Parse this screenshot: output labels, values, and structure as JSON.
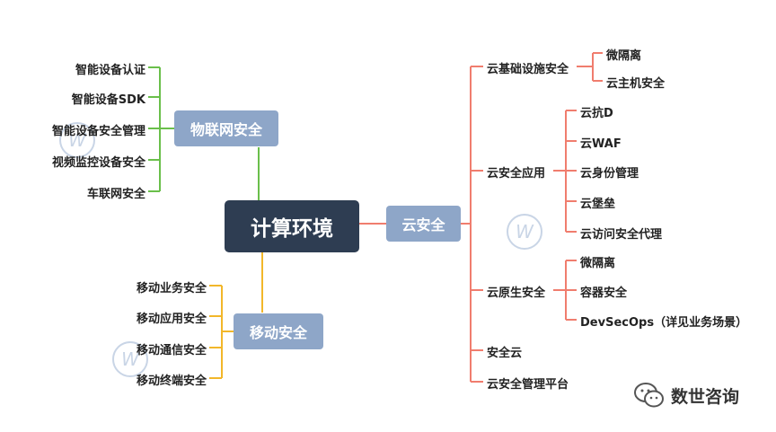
{
  "root": {
    "label": "计算环境"
  },
  "iot": {
    "label": "物联网安全",
    "color": "#6abf4b",
    "items": [
      "智能设备认证",
      "智能设备SDK",
      "智能设备安全管理",
      "视频监控设备安全",
      "车联网安全"
    ]
  },
  "mobile": {
    "label": "移动安全",
    "color": "#f2b72a",
    "items": [
      "移动业务安全",
      "移动应用安全",
      "移动通信安全",
      "移动终端安全"
    ]
  },
  "cloud": {
    "label": "云安全",
    "color": "#f07d6e",
    "infra": {
      "label": "云基础设施安全",
      "items": [
        "微隔离",
        "云主机安全"
      ]
    },
    "app": {
      "label": "云安全应用",
      "items": [
        "云抗D",
        "云WAF",
        "云身份管理",
        "云堡垒",
        "云访问安全代理"
      ]
    },
    "native": {
      "label": "云原生安全",
      "items": [
        "微隔离",
        "容器安全",
        "DevSecOps（详见业务场景）"
      ]
    },
    "other": [
      "安全云",
      "云安全管理平台"
    ]
  },
  "watermark": {
    "glyph": "W"
  },
  "brand": {
    "name": "数世咨询",
    "icon": "wechat-icon"
  }
}
